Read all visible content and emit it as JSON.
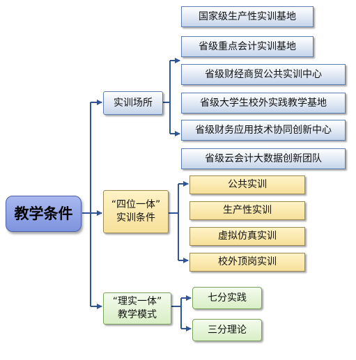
{
  "root": {
    "label": "教学条件"
  },
  "categories": [
    {
      "label_line1": "实训场所",
      "label_line2": ""
    },
    {
      "label_line1": "“四位一体”",
      "label_line2": "实训条件"
    },
    {
      "label_line1": "“理实一体”",
      "label_line2": "教学模式"
    }
  ],
  "bases": [
    "国家级生产性实训基地",
    "省级重点会计实训基地",
    "省级财经商贸公共实训中心",
    "省级大学生校外实践教学基地",
    "省级财务应用技术协同创新中心",
    "省级云会计大数据创新团队"
  ],
  "training": [
    "公共实训",
    "生产性实训",
    "虚拟仿真实训",
    "校外顶岗实训"
  ],
  "modes": [
    "七分实践",
    "三分理论"
  ],
  "colors": {
    "connector": "#2f5597",
    "root_fill": "#8193de",
    "base_fill": "#dde6f3",
    "training_fill": "#f8e4a3",
    "mode_fill": "#dcf0cc"
  }
}
